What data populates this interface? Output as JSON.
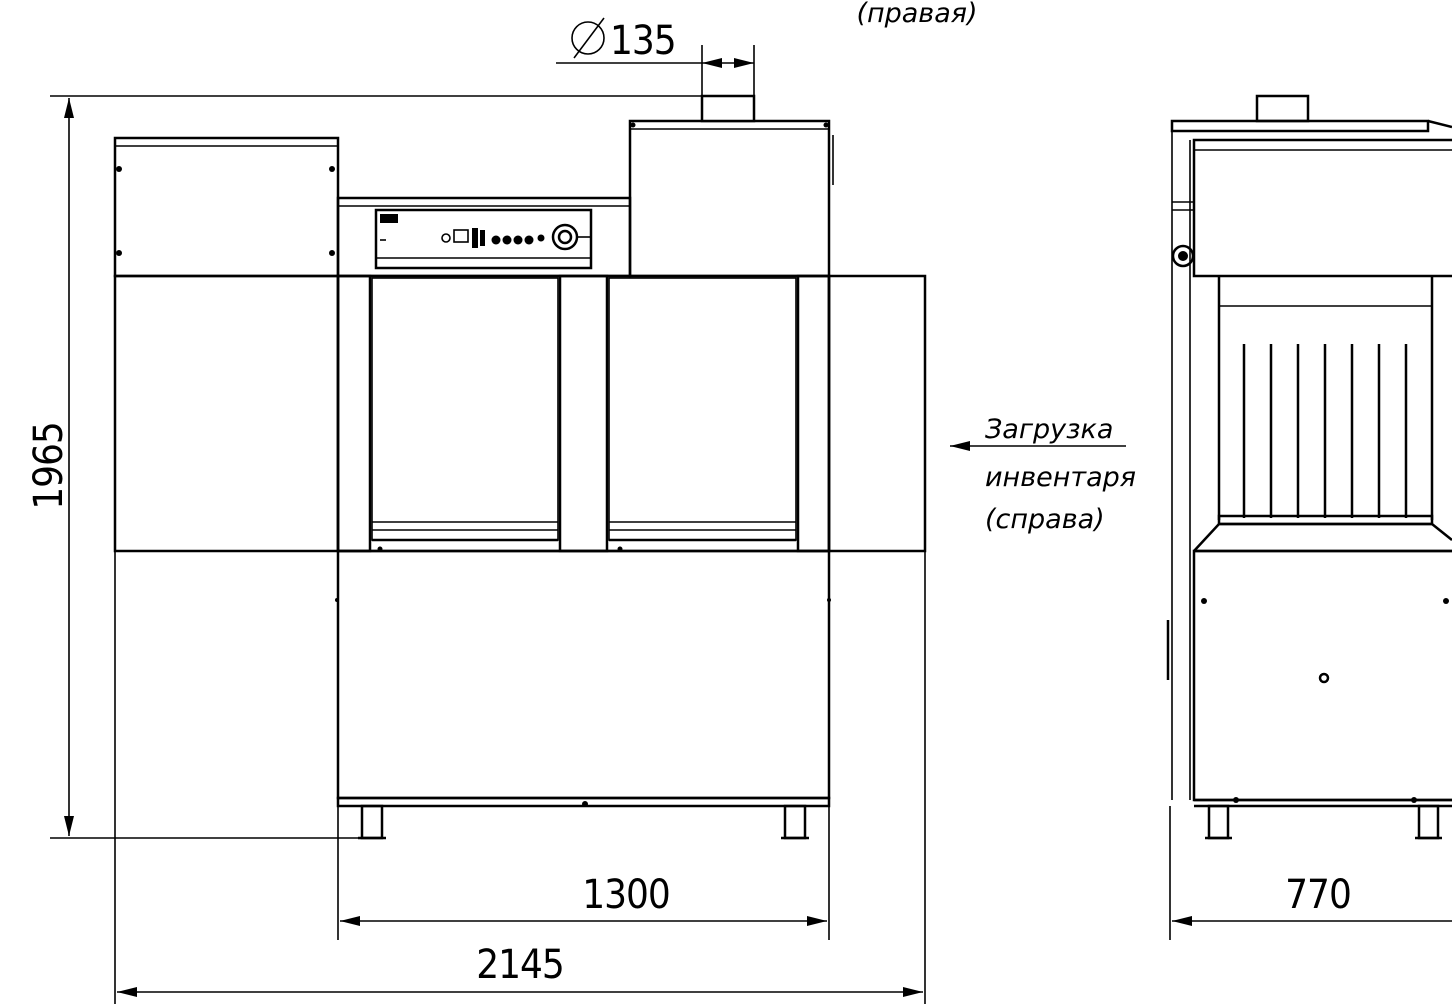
{
  "dimensions": {
    "height": "1965",
    "width_total": "2145",
    "width_body": "1300",
    "depth": "770",
    "diameter": "135",
    "diameter_symbol": "∅"
  },
  "notes": {
    "top_fragment": "(правая)",
    "load_line1": "Загрузка",
    "load_line2": "инвентаря",
    "load_line3": "(справа)"
  }
}
